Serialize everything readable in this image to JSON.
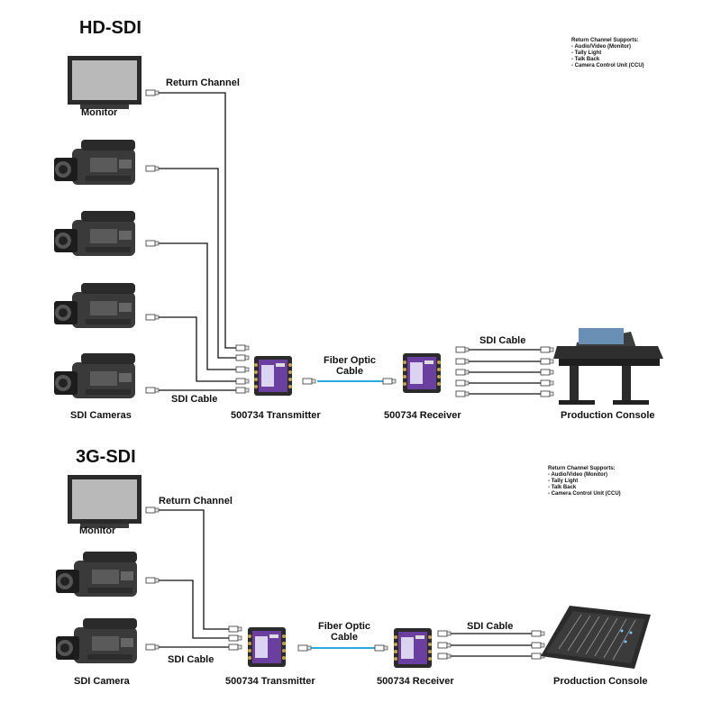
{
  "hd": {
    "title": "HD-SDI",
    "notes": {
      "heading": "Return Channel Supports:",
      "items": [
        "- Audio/Video (Monitor)",
        "- Tally Light",
        "- Talk Back",
        "- Camera Control Unit (CCU)"
      ]
    },
    "labels": {
      "return_channel": "Return Channel",
      "monitor": "Monitor",
      "sdi_cable_left": "SDI Cable",
      "cameras": "SDI Cameras",
      "transmitter": "500734 Transmitter",
      "fiber": "Fiber Optic",
      "fiber2": "Cable",
      "receiver": "500734 Receiver",
      "sdi_cable_right": "SDI Cable",
      "console": "Production Console"
    }
  },
  "g3": {
    "title": "3G-SDI",
    "notes": {
      "heading": "Return Channel Supports:",
      "items": [
        "- Audio/Video (Monitor)",
        "- Tally Light",
        "- Talk Back",
        "- Camera Control Unit (CCU)"
      ]
    },
    "labels": {
      "return_channel": "Return Channel",
      "monitor": "Monitor",
      "sdi_cable_left": "SDI Cable",
      "cameras": "SDI Camera",
      "transmitter": "500734 Transmitter",
      "fiber": "Fiber Optic",
      "fiber2": "Cable",
      "receiver": "500734 Receiver",
      "sdi_cable_right": "SDI Cable",
      "console": "Production Console"
    }
  },
  "colors": {
    "fiber": "#2aa9e0",
    "device": "#6b3fa0",
    "cable": "#111111"
  }
}
